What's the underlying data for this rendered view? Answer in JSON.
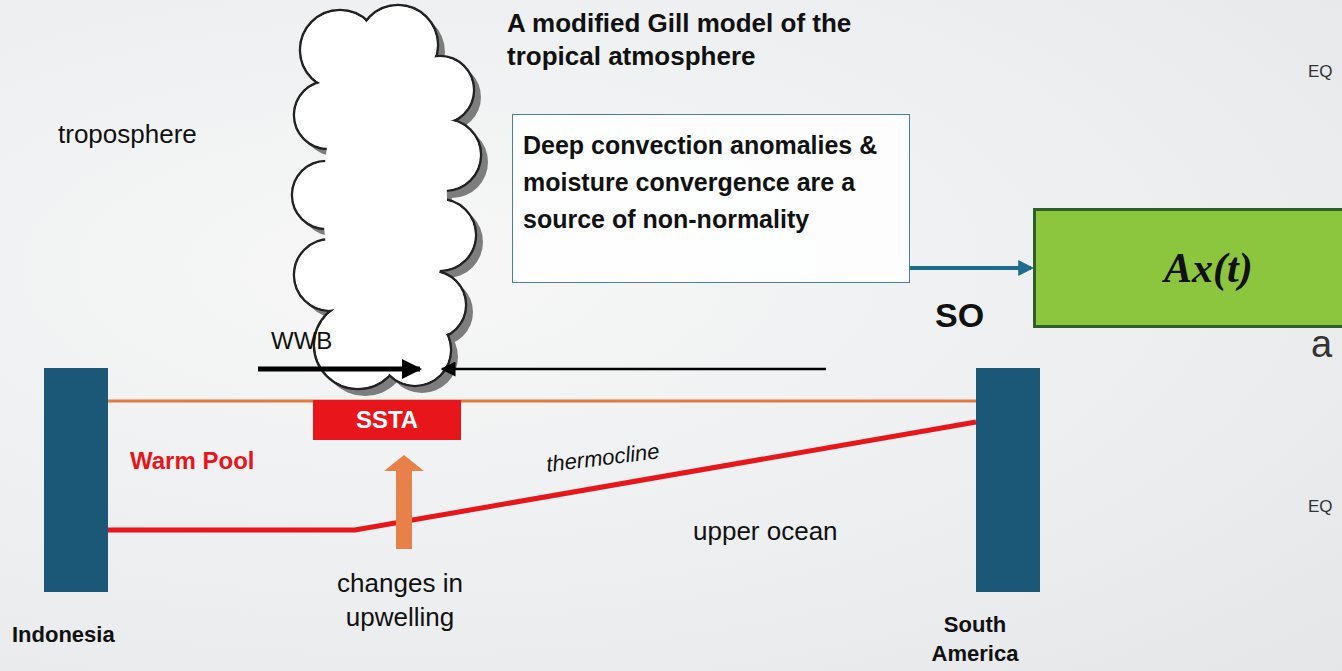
{
  "diagram": {
    "title": "A modified Gill model of the tropical atmosphere",
    "nodes": [
      {
        "text": [
          "Deep convection anomalies & moisture convergence are a source of non-normality"
        ]
      },
      {
        "text": [
          "Ax(t)"
        ]
      },
      {
        "text": [
          "SSTA"
        ]
      }
    ],
    "edges": [
      {
        "from": 0,
        "to": 1,
        "arrow": "to",
        "label": "SO"
      }
    ],
    "labels": [
      "troposphere",
      "WWB",
      "Warm Pool",
      "thermocline",
      "upper ocean",
      "changes in upwelling",
      "Indonesia",
      "South America",
      "EQ",
      "a",
      "EQ"
    ]
  }
}
